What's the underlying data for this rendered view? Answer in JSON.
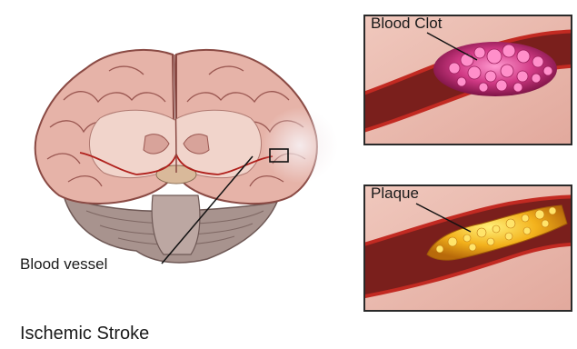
{
  "figure": {
    "title": "Ischemic Stroke",
    "labels": {
      "blood_vessel": "Blood vessel",
      "blood_clot": "Blood Clot",
      "plaque": "Plaque"
    }
  },
  "colors": {
    "brain_tissue": "#e8b8ae",
    "brain_outline": "#8a4a44",
    "white_matter": "#f4dcd4",
    "cerebellum": "#9c8a86",
    "vessel_wall": "#b0201c",
    "vessel_lumen": "#7a1f1c",
    "clot": "#c8357a",
    "plaque": "#f0b21e",
    "panel_border": "#2a2a2a"
  }
}
